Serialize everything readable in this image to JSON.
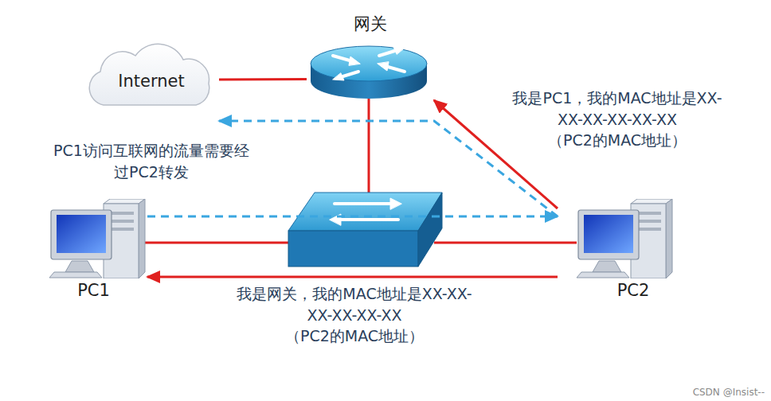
{
  "diagram": {
    "nodes": [
      {
        "text": [
          "网关"
        ]
      },
      {
        "text": [
          "Internet"
        ]
      },
      {
        "text": [
          "PC1"
        ]
      },
      {
        "text": [
          "PC2"
        ]
      }
    ],
    "edges": [
      {
        "from": 1,
        "to": 0,
        "arrow": "none"
      },
      {
        "from": 3,
        "to": 0,
        "arrow": "to",
        "label": "我是PC1，我的MAC地址是XX- XX-XX-XX-XX-XX （PC2的MAC地址）"
      },
      {
        "from": 3,
        "to": 2,
        "arrow": "to",
        "label": "我是网关，我的MAC地址是XX-XX- XX-XX-XX-XX （PC2的MAC地址）"
      },
      {
        "from": 2,
        "to": 3,
        "arrow": "to"
      },
      {
        "from": 3,
        "to": 1,
        "arrow": "to",
        "label": "PC1访问互联网的流量需要经 过PC2转发"
      }
    ],
    "labels": [
      "CSDN @Insist--"
    ]
  }
}
